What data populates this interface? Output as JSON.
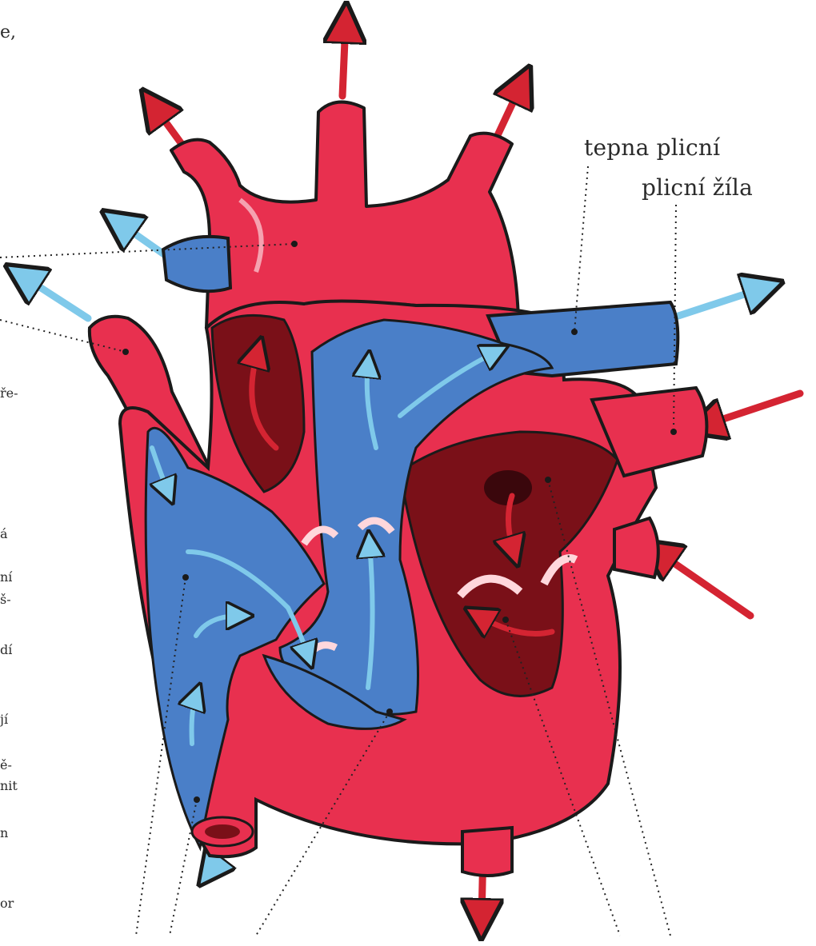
{
  "labels": {
    "pulmonary_artery": "tepna plicní",
    "pulmonary_vein": "plicní žíla"
  },
  "left_text_fragments": [
    "e,",
    "ře-",
    "á",
    "ní",
    "š-",
    "dí",
    "jí",
    "ě-",
    "nit",
    "n",
    "or"
  ],
  "colors": {
    "oxygenated": "#e8304f",
    "oxygenated_dark": "#7a1018",
    "deoxygenated": "#4a7fc8",
    "arrow_red": "#d42432",
    "arrow_blue": "#7fc9ea",
    "outline": "#1a1a1a",
    "leader_line": "#222222"
  }
}
